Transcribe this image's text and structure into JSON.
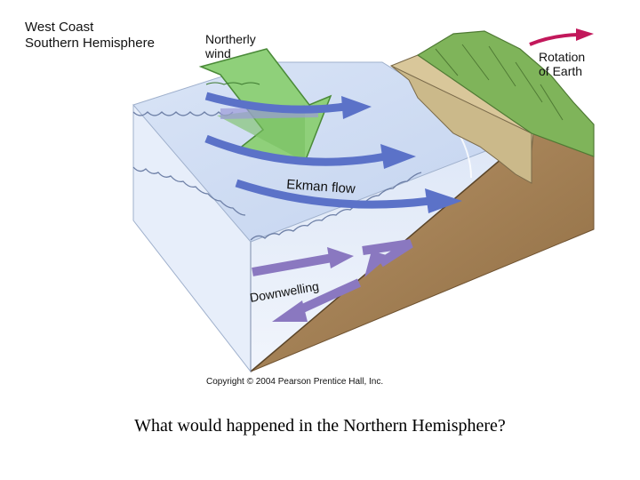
{
  "labels": {
    "title_line1": "West Coast",
    "title_line2": "Southern Hemisphere",
    "wind_line1": "Northerly",
    "wind_line2": "wind",
    "rotation_line1": "Rotation",
    "rotation_line2": "of Earth",
    "ekman": "Ekman flow",
    "downwelling": "Downwelling",
    "copyright": "Copyright © 2004 Pearson Prentice Hall, Inc."
  },
  "caption": "What would happened in the Northern Hemisphere?",
  "colors": {
    "water_surface": "#cfdcf2",
    "water_side": "#e4ebf8",
    "ekman_arrow": "#5b72c8",
    "downwelling_arrow": "#8a78c0",
    "wind_arrow": "#8fd07a",
    "land_green": "#7fb45a",
    "cliff": "#d9c79a",
    "land_brown": "#a68456",
    "rotation_arrow": "#c2185b"
  },
  "icons": [
    "rotation-arrow-icon",
    "wind-arrow-icon"
  ]
}
